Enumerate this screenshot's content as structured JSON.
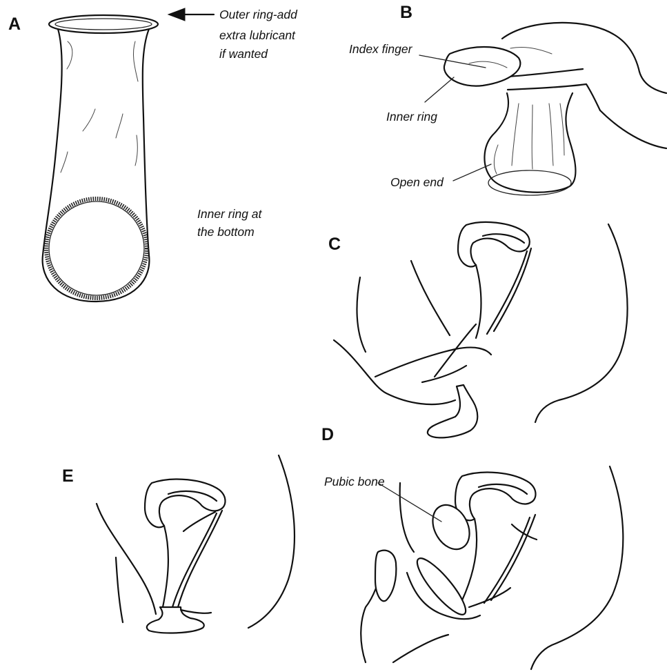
{
  "panels": {
    "a": {
      "letter": "A",
      "outer_ring_label": [
        "Outer ring-add",
        "extra lubricant",
        "if wanted"
      ],
      "inner_ring_label": [
        "Inner ring at",
        "the bottom"
      ]
    },
    "b": {
      "letter": "B",
      "index_finger_label": "Index finger",
      "inner_ring_label": "Inner ring",
      "open_end_label": "Open end"
    },
    "c": {
      "letter": "C"
    },
    "d": {
      "letter": "D",
      "pubic_bone_label": "Pubic bone"
    },
    "e": {
      "letter": "E"
    }
  }
}
